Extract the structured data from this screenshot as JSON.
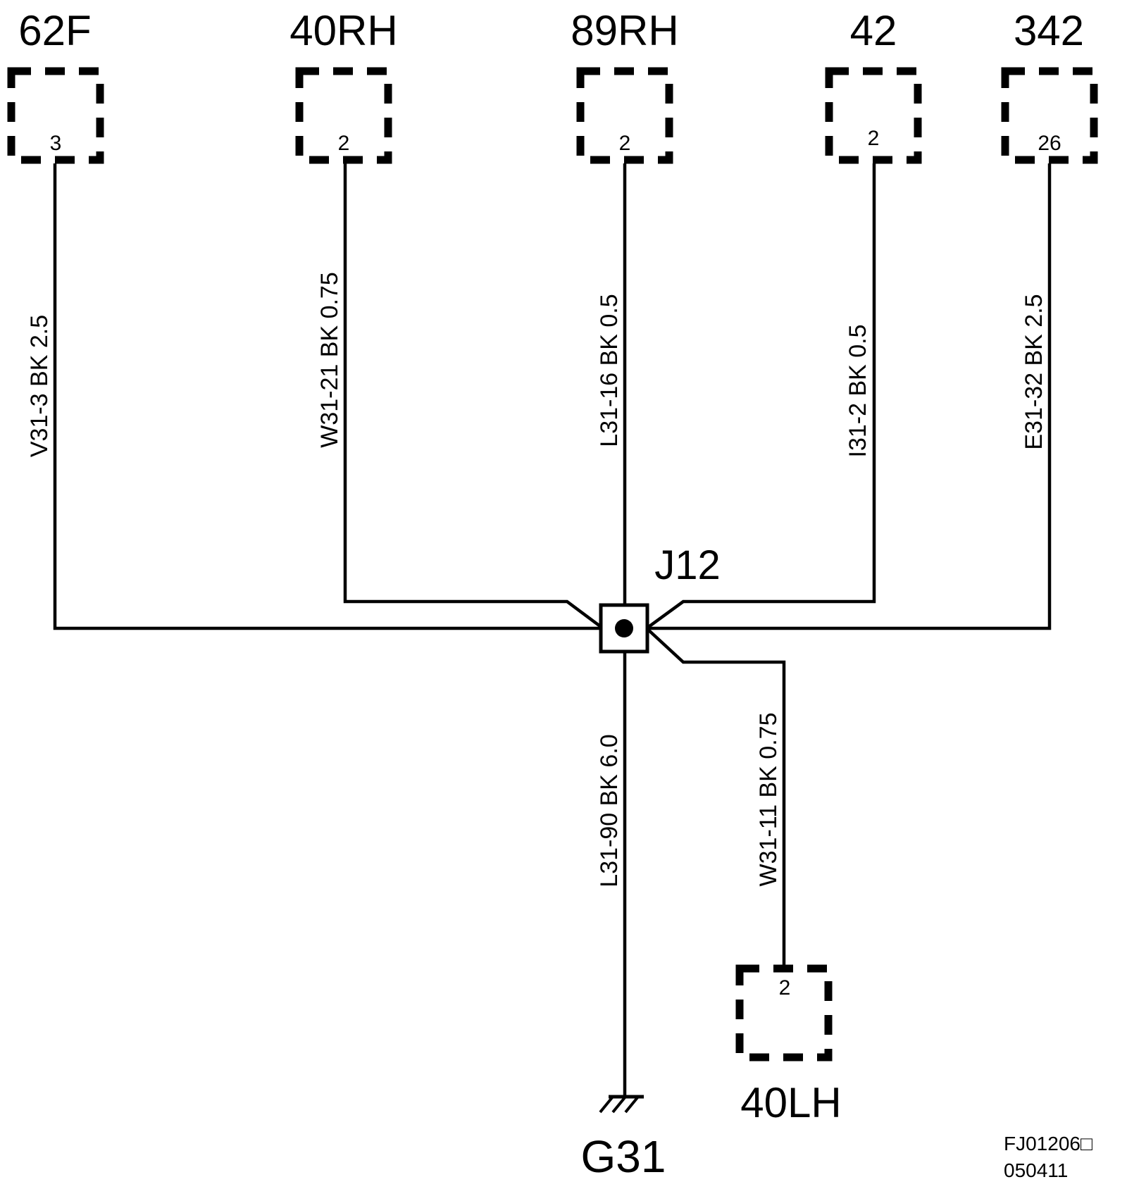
{
  "connectors": {
    "c62f": {
      "name": "62F",
      "pin": "3"
    },
    "c40rh": {
      "name": "40RH",
      "pin": "2"
    },
    "c89rh": {
      "name": "89RH",
      "pin": "2"
    },
    "c42": {
      "name": "42",
      "pin": "2"
    },
    "c342": {
      "name": "342",
      "pin": "26"
    },
    "c40lh": {
      "name": "40LH",
      "pin": "2"
    }
  },
  "wires": {
    "w62f": {
      "label": "V31-3  BK  2.5"
    },
    "w40rh": {
      "label": "W31-21  BK  0.75"
    },
    "w89rh": {
      "label": "L31-16  BK  0.5"
    },
    "w42": {
      "label": "I31-2  BK  0.5"
    },
    "w342": {
      "label": "E31-32  BK  2.5"
    },
    "wg31": {
      "label": "L31-90  BK  6.0"
    },
    "w40lh": {
      "label": "W31-11  BK  0.75"
    }
  },
  "junction": {
    "name": "J12"
  },
  "ground": {
    "name": "G31"
  },
  "footer": {
    "code": "FJ01206□",
    "date": "050411"
  }
}
